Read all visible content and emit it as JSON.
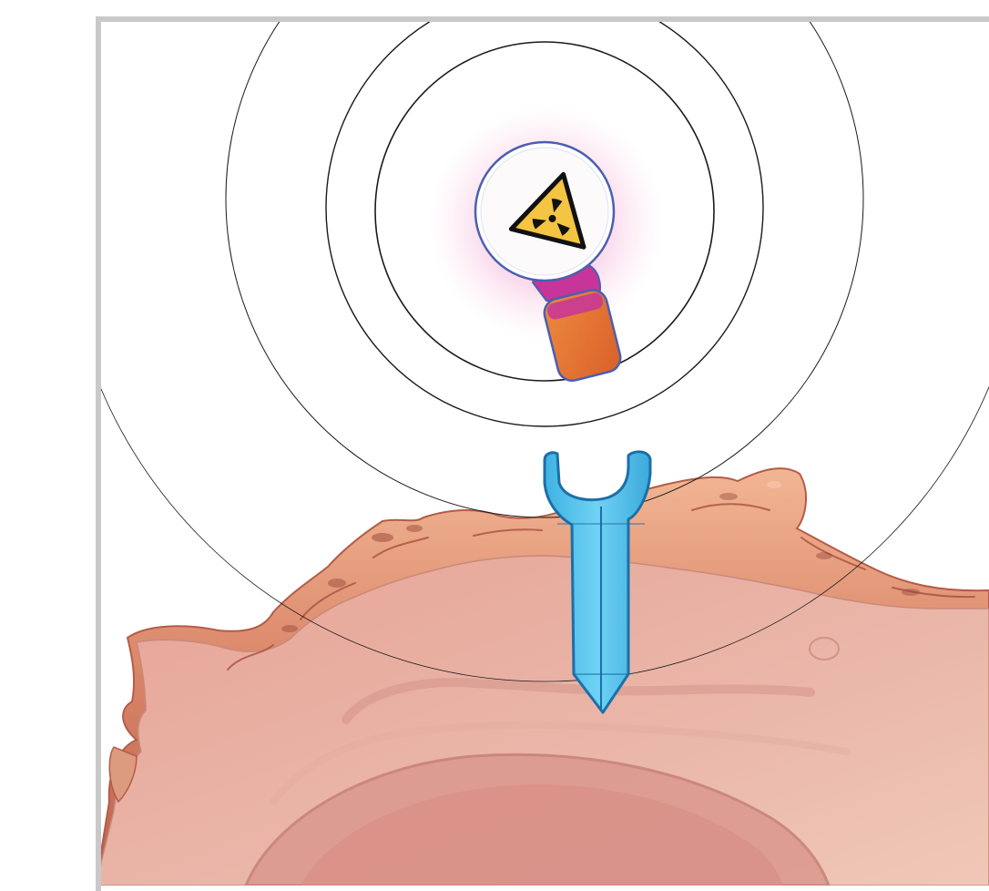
{
  "illustration": {
    "colors": {
      "frame_border": "#c9c9c9",
      "background": "#ffffff",
      "ring_stroke": "#1a1a1a",
      "glow": "#e85aa8",
      "source_bubble_outline": "#4a5fb0",
      "hazard_yellow": "#f4c542",
      "hazard_black": "#111111",
      "capsule_orange": "#e0742e",
      "capsule_magenta": "#c7359a",
      "receptor_blue": "#4fc3ea",
      "receptor_outline": "#1c6fa8",
      "cell_body": "#e9b1a4",
      "cell_membrane": "#c9725f",
      "nucleus": "#dc9a90"
    },
    "icons": [
      "radiation-hazard-icon",
      "radioligand-capsule",
      "cell-surface-receptor",
      "cancer-cell",
      "radiation-emission-rings"
    ]
  }
}
